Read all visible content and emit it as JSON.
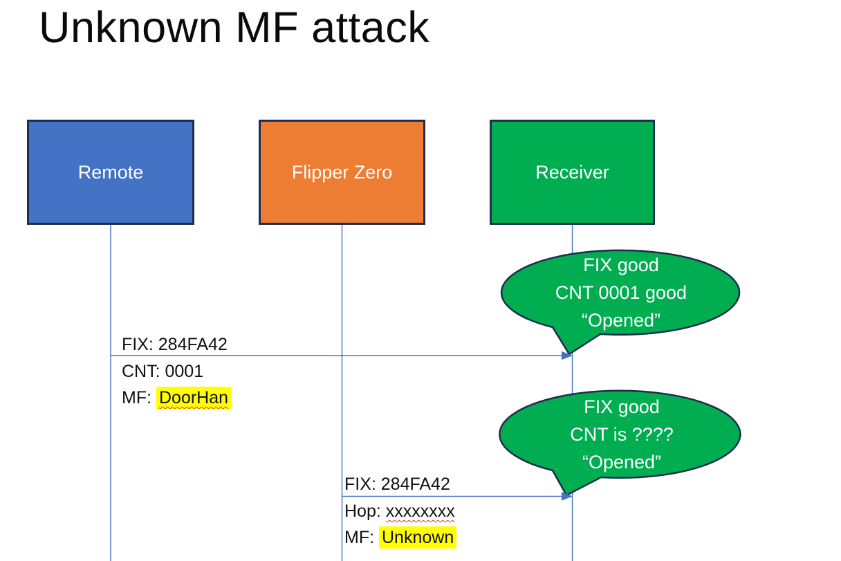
{
  "title": "Unknown MF attack",
  "actors": [
    {
      "id": "remote",
      "label": "Remote",
      "fill": "#4472c4"
    },
    {
      "id": "flipper",
      "label": "Flipper Zero",
      "fill": "#ec7d33"
    },
    {
      "id": "receiver",
      "label": "Receiver",
      "fill": "#00ae51"
    }
  ],
  "colors": {
    "shape_border": "#1e2c4e",
    "connector_blue": "#4472c4",
    "bubble_fill": "#00ae51",
    "highlight_yellow": "#ffff00",
    "squiggle_red": "#e03c31"
  },
  "messages": [
    {
      "from": "Remote",
      "to": "Receiver",
      "line1": "FIX: 284FA42",
      "line2": "CNT: 0001",
      "line3_prefix": "MF: ",
      "line3_value": "DoorHan"
    },
    {
      "from": "Flipper Zero",
      "to": "Receiver",
      "line1": "FIX: 284FA42",
      "line2_prefix": "Hop: ",
      "line2_value": "xxxxxxxx",
      "line3_prefix": "MF: ",
      "line3_value": "Unknown"
    }
  ],
  "bubbles": [
    {
      "line1": "FIX good",
      "line2": "CNT 0001 good",
      "line3": "“Opened”"
    },
    {
      "line1": "FIX good",
      "line2": "CNT is ????",
      "line3": "“Opened”"
    }
  ]
}
